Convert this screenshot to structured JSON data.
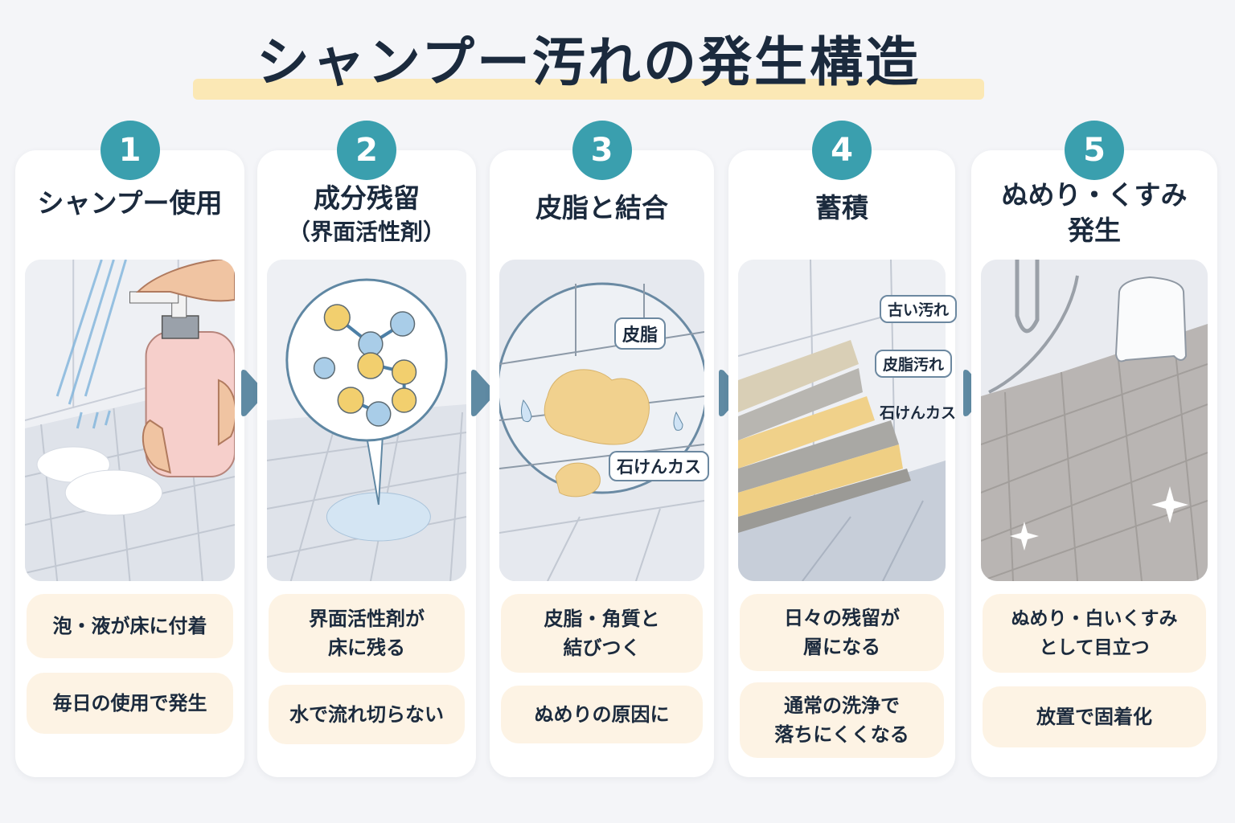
{
  "title": "シャンプー汚れの発生構造",
  "colors": {
    "badge": "#3a9fae",
    "arrow": "#5f8aa3",
    "note_bg": "#fdf3e4",
    "title_highlight": "#fbe8b5",
    "text": "#1b2a3d"
  },
  "steps": [
    {
      "number": "1",
      "title": "シャンプー使用",
      "subtitle": "",
      "illustration": "hand-pumping-shampoo-bottle-foam-on-floor",
      "notes": [
        "泡・液が床に付着",
        "毎日の使用で発生"
      ]
    },
    {
      "number": "2",
      "title": "成分残留",
      "subtitle": "（界面活性剤）",
      "illustration": "molecule-magnifier-over-puddle",
      "notes": [
        "界面活性剤が\n床に残る",
        "水で流れ切らない"
      ]
    },
    {
      "number": "3",
      "title": "皮脂と結合",
      "subtitle": "",
      "illustration": "sebum-and-soap-scum-on-tiles",
      "labels": [
        "皮脂",
        "石けんカス"
      ],
      "notes": [
        "皮脂・角質と\n結びつく",
        "ぬめりの原因に"
      ]
    },
    {
      "number": "4",
      "title": "蓄積",
      "subtitle": "",
      "illustration": "layered-grime-on-wall-base",
      "labels": [
        "古い汚れ",
        "皮脂汚れ",
        "石けんカス"
      ],
      "notes": [
        "日々の残留が\n層になる",
        "通常の洗浄で\n落ちにくくなる"
      ]
    },
    {
      "number": "5",
      "title": "ぬめり・くすみ",
      "subtitle": "発生",
      "illustration": "dull-slimy-bathroom-floor-with-stool",
      "notes": [
        "ぬめり・白いくすみ\nとして目立つ",
        "放置で固着化"
      ]
    }
  ]
}
